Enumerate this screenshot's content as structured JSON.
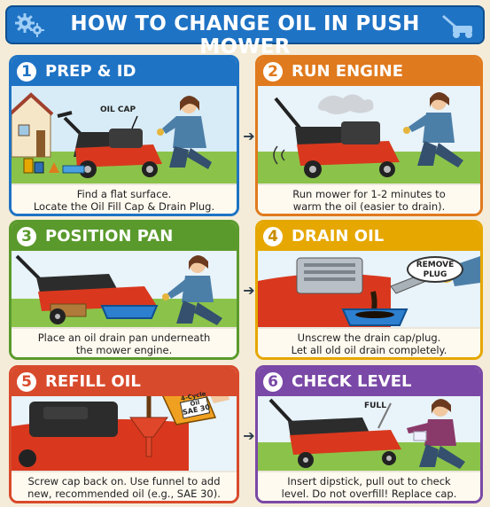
{
  "title": "HOW TO CHANGE OIL IN PUSH MOWER",
  "icons": {
    "left": "gears-icon",
    "right": "lawn-mower-icon"
  },
  "colors": {
    "banner": "#1f73c4",
    "step1": "#1f73c4",
    "step2": "#e07a1e",
    "step3": "#5a9a2c",
    "step4": "#e6a700",
    "step5": "#d84a2c",
    "step6": "#7a48a6",
    "background": "#f4ecd8"
  },
  "steps": [
    {
      "number": "1",
      "title": "PREP & ID",
      "callout": "OIL CAP",
      "caption": [
        "Find a flat surface.",
        "Locate the Oil Fill Cap & Drain Plug."
      ]
    },
    {
      "number": "2",
      "title": "RUN ENGINE",
      "caption": [
        "Run mower for 1-2 minutes to",
        "warm the oil (easier to drain)."
      ]
    },
    {
      "number": "3",
      "title": "POSITION PAN",
      "caption": [
        "Place an oil drain pan underneath",
        "the mower engine."
      ]
    },
    {
      "number": "4",
      "title": "DRAIN OIL",
      "callout": [
        "REMOVE",
        "PLUG"
      ],
      "caption": [
        "Unscrew the drain cap/plug.",
        "Let all old oil drain completely."
      ]
    },
    {
      "number": "5",
      "title": "REFILL OIL",
      "jug_label": [
        "4-Cycle Oil",
        "SAE 30"
      ],
      "caption": [
        "Screw cap back on. Use funnel to add",
        "new, recommended oil (e.g., SAE 30)."
      ]
    },
    {
      "number": "6",
      "title": "CHECK LEVEL",
      "callout": "FULL",
      "caption": [
        "Insert dipstick, pull out to check",
        "level. Do not overfill! Replace cap."
      ]
    }
  ],
  "arrows": [
    "right-arrow-icon",
    "right-arrow-icon",
    "right-arrow-icon"
  ]
}
